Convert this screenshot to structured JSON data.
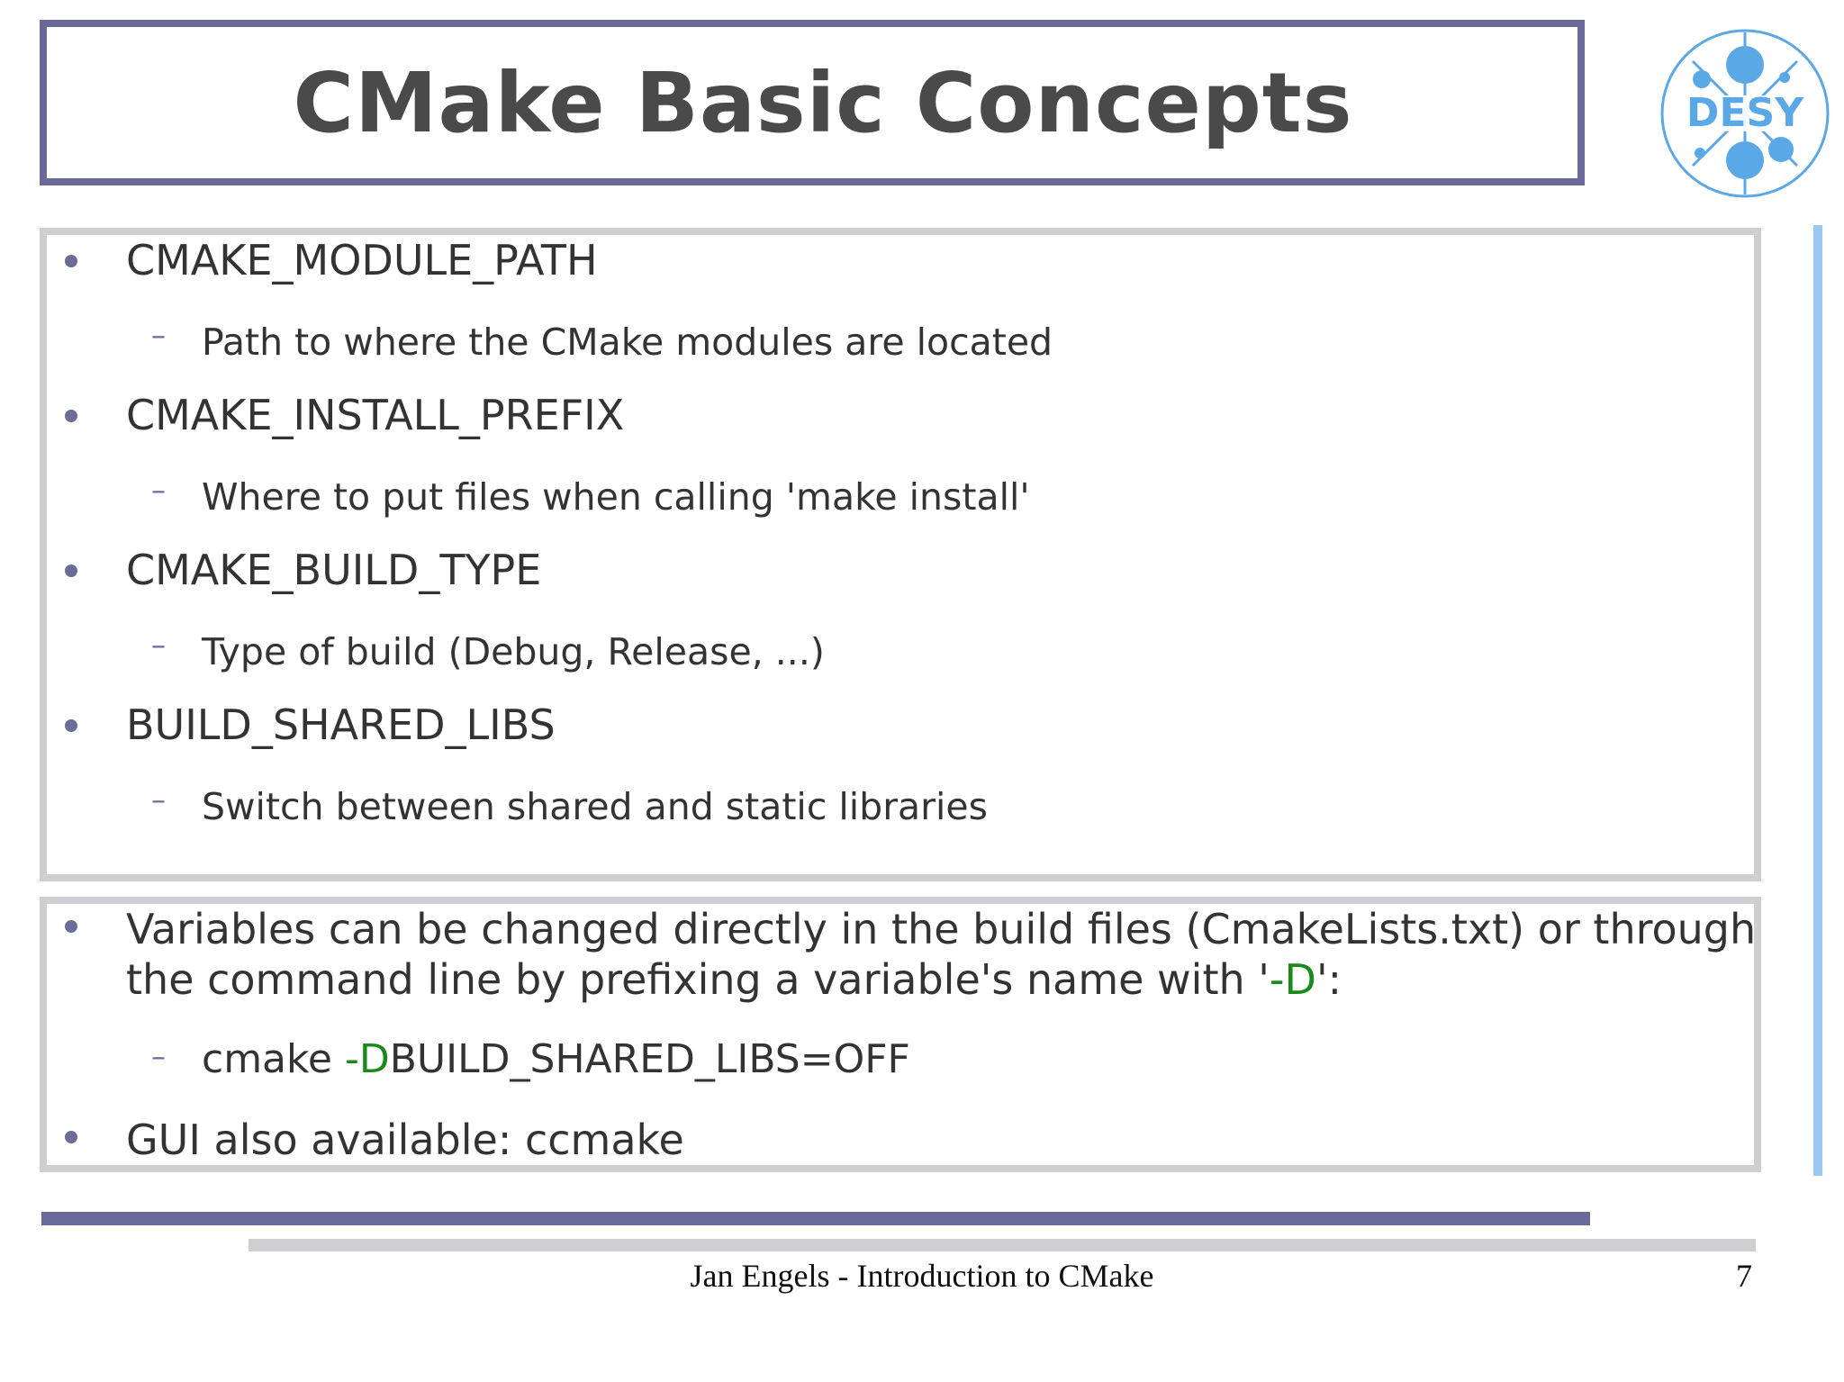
{
  "slide": {
    "title": "CMake Basic Concepts",
    "logo_text": "DESY",
    "colors": {
      "title_border": "#6a6a9a",
      "title_text": "#4a4a4a",
      "panel_border": "#cfcfd1",
      "bullet": "#6c6c99",
      "highlight": "#1a8a1a",
      "side_bar": "#9bc8f0",
      "logo": "#5aa9e6"
    }
  },
  "variables": [
    {
      "name": "CMAKE_MODULE_PATH",
      "description": "Path to where the CMake modules are located"
    },
    {
      "name": "CMAKE_INSTALL_PREFIX",
      "description": "Where to put files when calling 'make install'"
    },
    {
      "name": "CMAKE_BUILD_TYPE",
      "description": "Type of build (Debug, Release, ...)"
    },
    {
      "name": "BUILD_SHARED_LIBS",
      "description": "Switch between shared and static libraries"
    }
  ],
  "notes": {
    "change_line1": "Variables can be changed directly in the build files (CmakeLists.txt) or through",
    "change_line2_before": "the command line by prefixing a variable's name with '",
    "change_line2_flag": "-D",
    "change_line2_after": "':",
    "example_cmd": "cmake ",
    "example_flag": "-D",
    "example_rest": "BUILD_SHARED_LIBS=OFF",
    "gui": "GUI also available: ccmake"
  },
  "footer": {
    "text": "Jan Engels - Introduction to CMake",
    "page_number": "7"
  }
}
